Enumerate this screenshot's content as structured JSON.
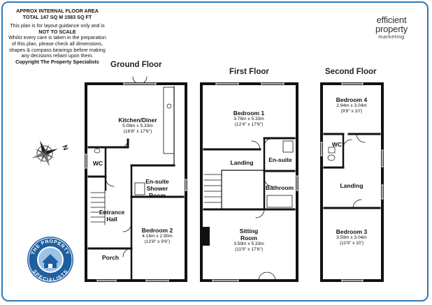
{
  "disclaimer": {
    "area_line1": "APPROX INTERNAL FLOOR AREA",
    "area_line2": "TOTAL 147 SQ M  1583 SQ FT",
    "guidance": "This plan is for layout guidance only and is",
    "not_to_scale": "NOT TO SCALE",
    "care_1": "Whilst every care is taken in the preparation",
    "care_2": "of this plan, please check all dimensions,",
    "care_3": "shapes & compass bearings before making",
    "care_4": "any decisions reliant upon them.",
    "copyright": "Copyright The Property Specialists"
  },
  "brand": {
    "line1": "efficient",
    "line2": "property",
    "line3": "marketing"
  },
  "floors": {
    "ground": "Ground Floor",
    "first": "First Floor",
    "second": "Second Floor"
  },
  "rooms": {
    "kitchen": {
      "name": "Kitchen/Diner",
      "metric": "5.08m x 5.33m",
      "imperial": "(16'8\" x 17'6\")"
    },
    "wc_ground": {
      "name": "WC"
    },
    "ensuite_shower": {
      "name1": "En-suite",
      "name2": "Shower",
      "name3": "Room"
    },
    "entrance": {
      "name1": "Entrance",
      "name2": "Hall"
    },
    "bedroom2": {
      "name": "Bedroom 2",
      "metric": "4.16m x 2.90m",
      "imperial": "(13'8\" x 9'6\")"
    },
    "porch": {
      "name": "Porch"
    },
    "bedroom1": {
      "name": "Bedroom 1",
      "metric": "3.76m x 5.33m",
      "imperial": "(12'4\" x 17'6\")"
    },
    "landing_first": {
      "name": "Landing"
    },
    "ensuite_first": {
      "name": "En-suite"
    },
    "bathroom": {
      "name": "Bathroom"
    },
    "sitting": {
      "name1": "Sitting",
      "name2": "Room",
      "metric": "3.59m x 5.33m",
      "imperial": "(11'9\" x 17'6\")"
    },
    "bedroom4": {
      "name": "Bedroom 4",
      "metric": "2.94m x 3.04m",
      "imperial": "(9'8\" x 10')"
    },
    "wc_second": {
      "name": "WC"
    },
    "landing_second": {
      "name": "Landing"
    },
    "bedroom3": {
      "name": "Bedroom 3",
      "metric": "3.59m x 3.04m",
      "imperial": "(11'9\" x 10')"
    }
  },
  "compass": {
    "label": "N"
  },
  "seal": {
    "top_text": "THE PROPERTY",
    "bottom_text": "SPECIALISTS"
  },
  "colors": {
    "frame": "#2f78b7",
    "wall": "#111111",
    "seal_blue": "#1f5fa0"
  }
}
